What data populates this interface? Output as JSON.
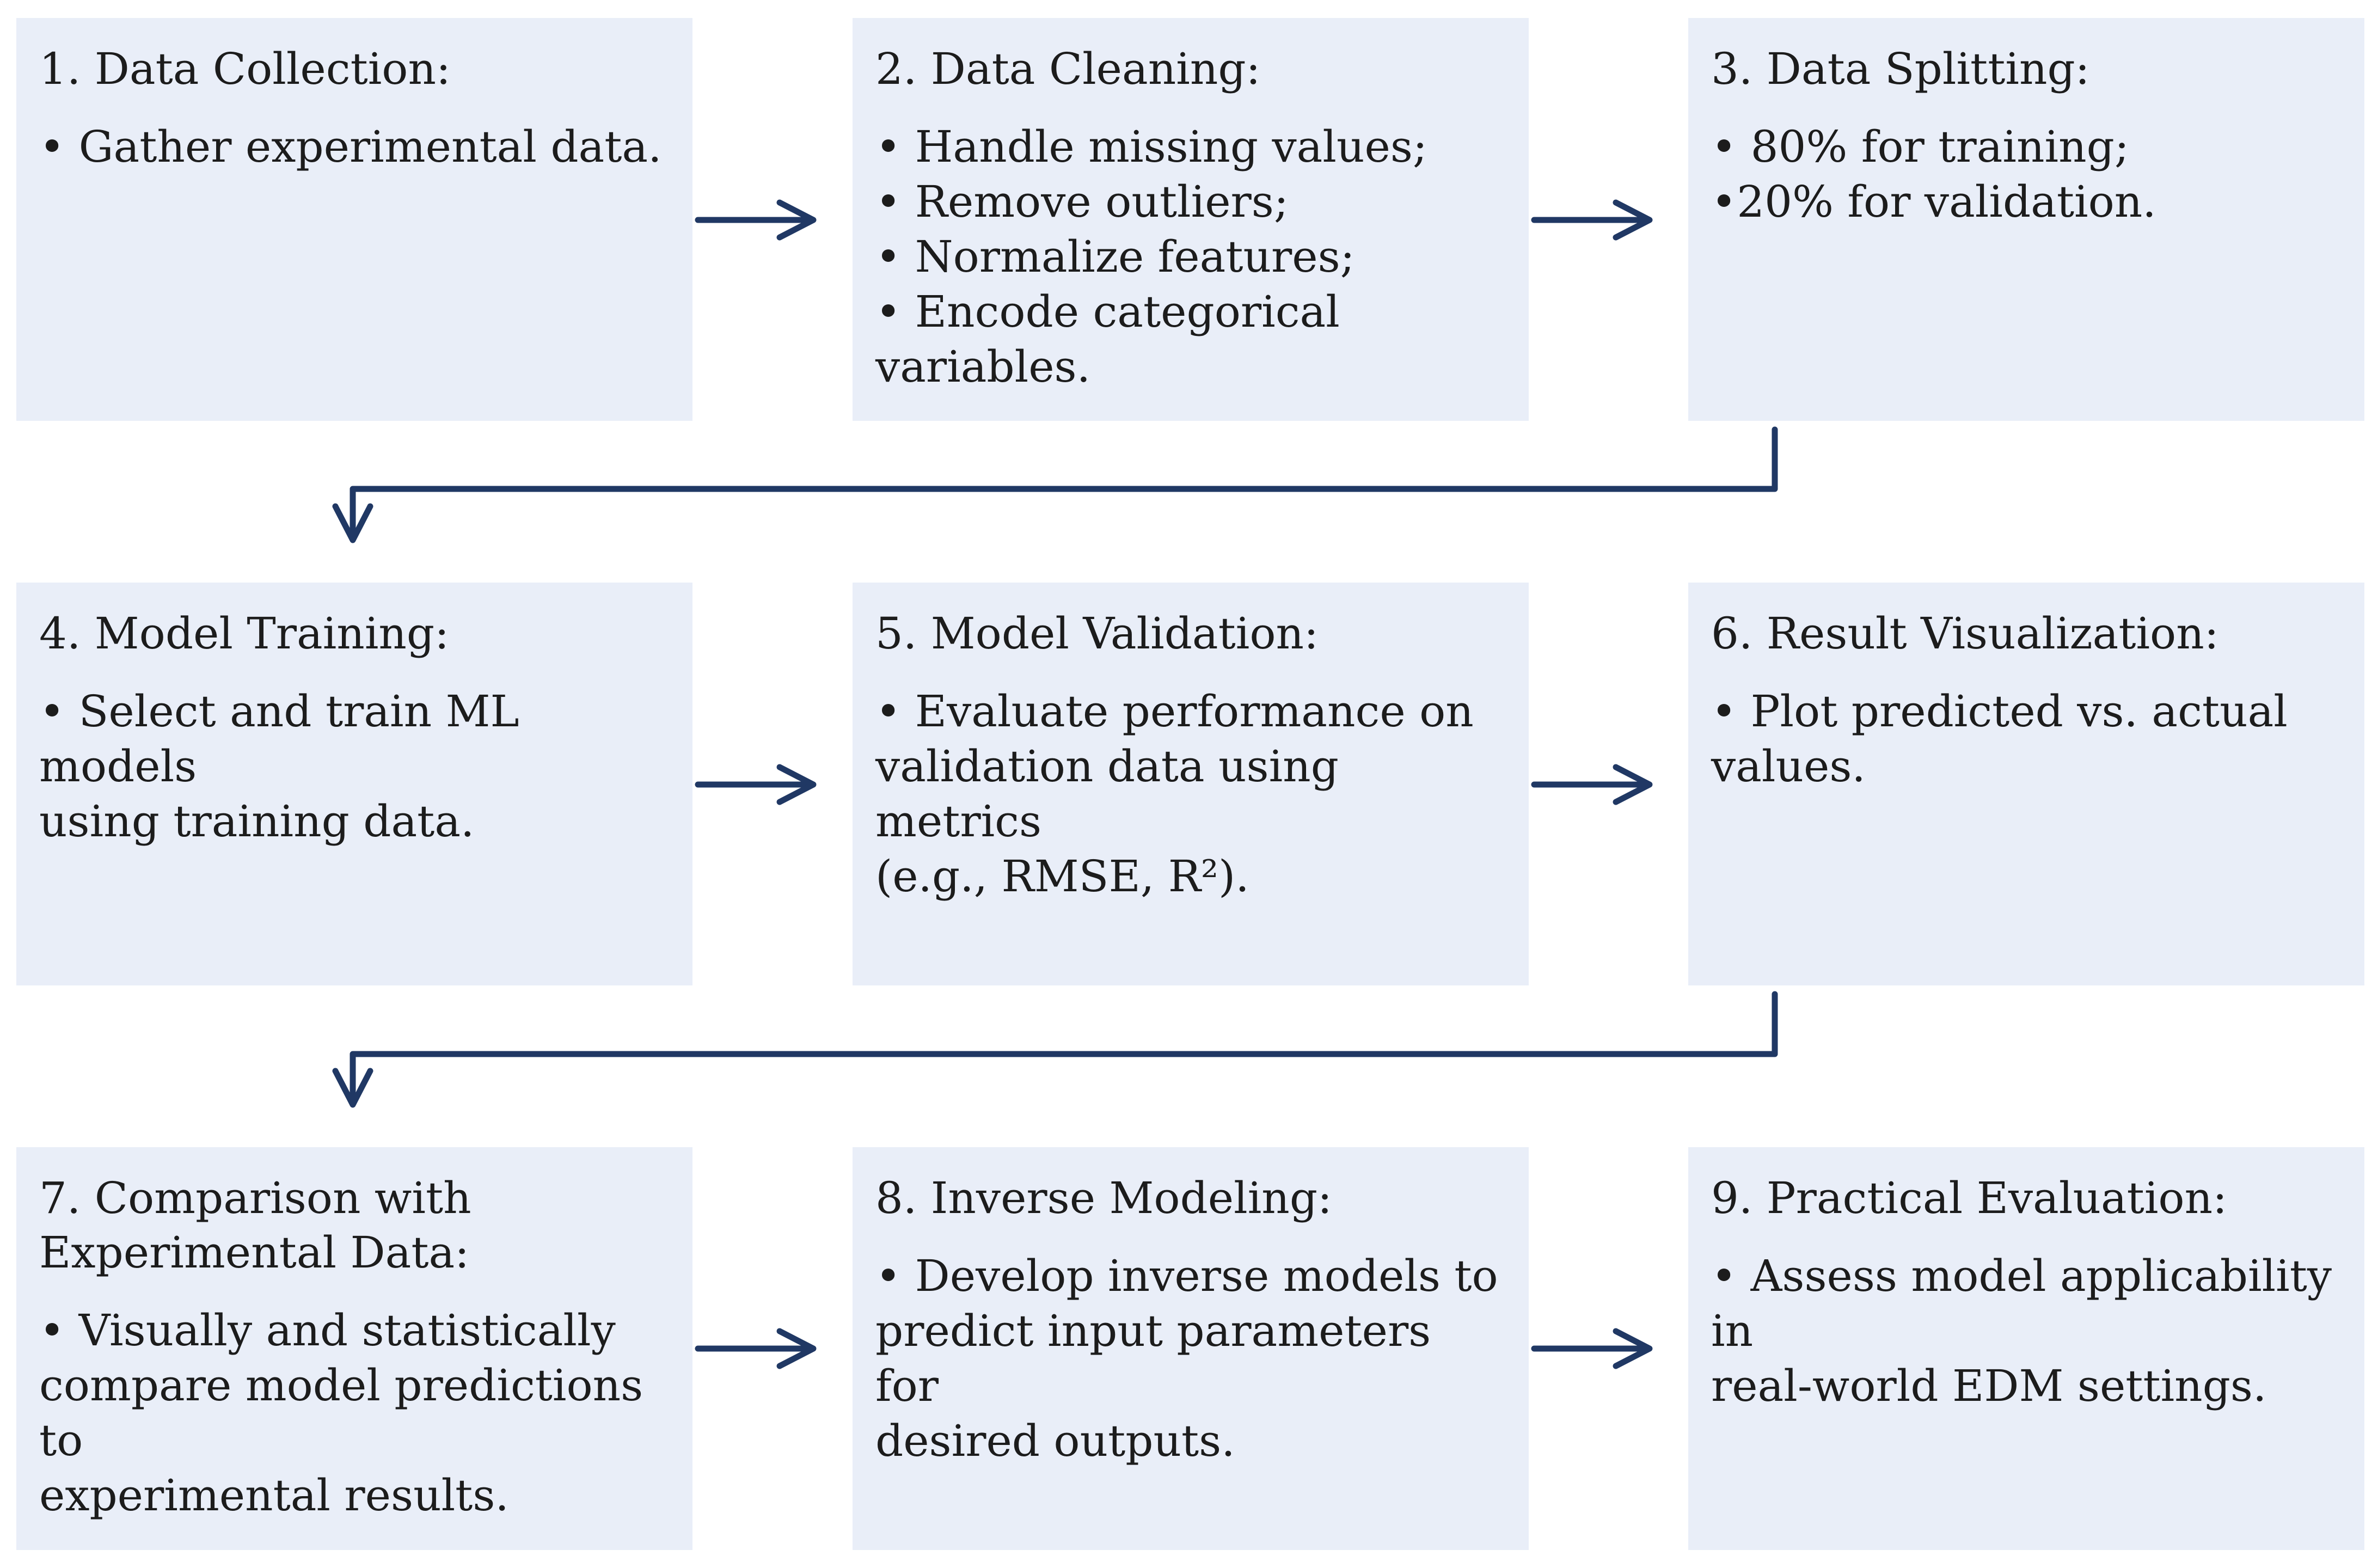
{
  "colors": {
    "box_fill": "#e9eef8",
    "arrow": "#203864",
    "text": "#1c1c1c"
  },
  "steps": [
    {
      "title": "1. Data Collection:",
      "bullets": [
        "• Gather experimental data."
      ]
    },
    {
      "title": "2. Data Cleaning:",
      "bullets": [
        "• Handle missing values;",
        "• Remove outliers;",
        "• Normalize features;",
        "• Encode categorical variables."
      ]
    },
    {
      "title": "3. Data Splitting:",
      "bullets": [
        "• 80% for training;",
        "•20% for validation."
      ]
    },
    {
      "title": "4. Model Training:",
      "bullets": [
        "• Select and train ML models\n  using training data."
      ]
    },
    {
      "title": "5. Model Validation:",
      "bullets": [
        "• Evaluate performance on\n  validation data using metrics\n  (e.g., RMSE, R²)."
      ]
    },
    {
      "title": "6. Result Visualization:",
      "bullets": [
        "• Plot predicted vs. actual\n  values."
      ]
    },
    {
      "title": "7. Comparison with\nExperimental Data:",
      "bullets": [
        "• Visually and statistically\n  compare model predictions to\n  experimental results."
      ]
    },
    {
      "title": "8. Inverse Modeling:",
      "bullets": [
        "• Develop inverse models to\n  predict input parameters for\n  desired outputs."
      ]
    },
    {
      "title": "9. Practical Evaluation:",
      "bullets": [
        "• Assess model applicability in\n  real-world EDM settings."
      ]
    }
  ]
}
